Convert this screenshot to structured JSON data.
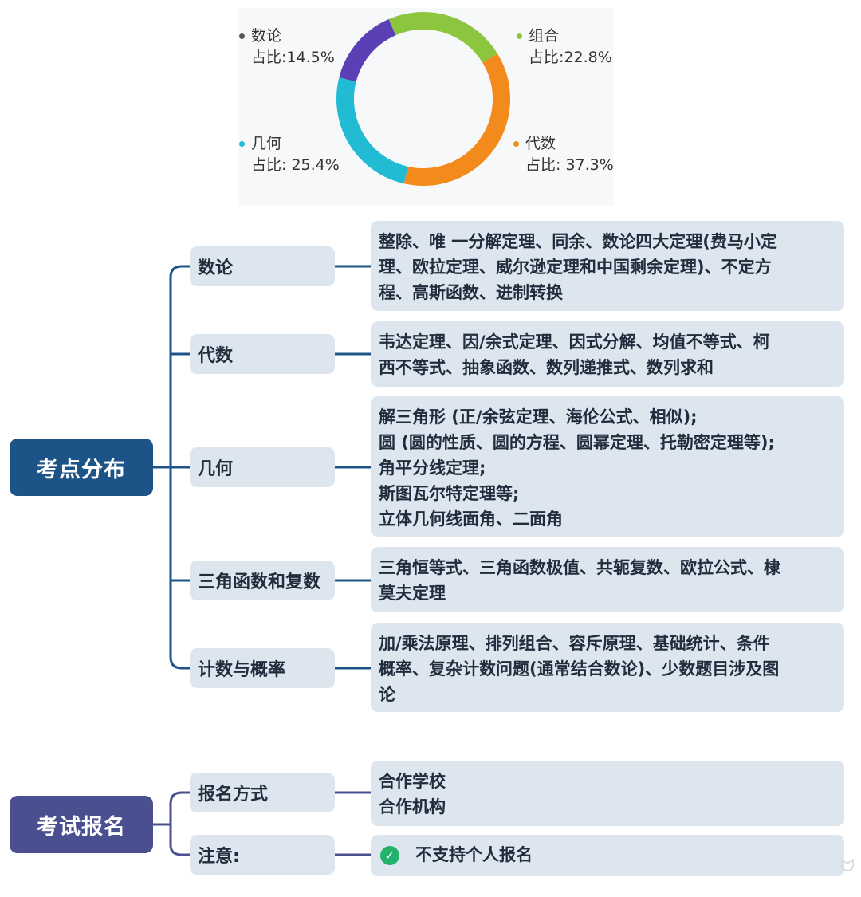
{
  "chart_data": {
    "type": "pie",
    "donut": true,
    "slices": [
      {
        "label": "数论",
        "value_text": "占比:14.5%",
        "value": 14.5,
        "color": "#5b3fb5"
      },
      {
        "label": "组合",
        "value_text": "占比:22.8%",
        "value": 22.8,
        "color": "#8cc63f"
      },
      {
        "label": "代数",
        "value_text": "占比: 37.3%",
        "value": 37.3,
        "color": "#f28a1c"
      },
      {
        "label": "几何",
        "value_text": "占比: 25.4%",
        "value": 25.4,
        "color": "#21bcd4"
      }
    ]
  },
  "mindmap": {
    "exam_points": {
      "title": "考点分布",
      "branches": [
        {
          "label": "数论",
          "lines": [
            "整除、唯 一分解定理、同余、数论四大定理(费马小定",
            "理、欧拉定理、威尔逊定理和中国剩余定理)、不定方",
            "程、高斯函数、进制转换"
          ]
        },
        {
          "label": "代数",
          "lines": [
            "韦达定理、因/余式定理、因式分解、均值不等式、柯",
            "西不等式、抽象函数、数列递推式、数列求和"
          ]
        },
        {
          "label": "几何",
          "lines": [
            "解三角形 (正/余弦定理、海伦公式、相似);",
            "圆 (圆的性质、圆的方程、圆幂定理、托勒密定理等);",
            "角平分线定理;",
            "斯图瓦尔特定理等;",
            "立体几何线面角、二面角"
          ]
        },
        {
          "label": "三角函数和复数",
          "lines": [
            "三角恒等式、三角函数极值、共轭复数、欧拉公式、棣",
            "莫夫定理"
          ]
        },
        {
          "label": "计数与概率",
          "lines": [
            "加/乘法原理、排列组合、容斥原理、基础统计、条件",
            "概率、复杂计数问题(通常结合数论)、少数题目涉及图",
            "论"
          ]
        }
      ]
    },
    "registration": {
      "title": "考试报名",
      "branches": [
        {
          "label": "报名方式",
          "lines": [
            "合作学校",
            "合作机构"
          ]
        },
        {
          "label": "注意:",
          "lines": [
            "不支持个人报名"
          ]
        }
      ]
    }
  },
  "icons": {
    "check": "check-circle-icon",
    "watermark": "brand-logo-icon"
  },
  "colors": {
    "root_blue": "#1d5488",
    "root_purple": "#4a4f8f",
    "node_bg": "#dde6ee",
    "line_blue": "#1d5488",
    "line_purple": "#4a4f8f"
  }
}
